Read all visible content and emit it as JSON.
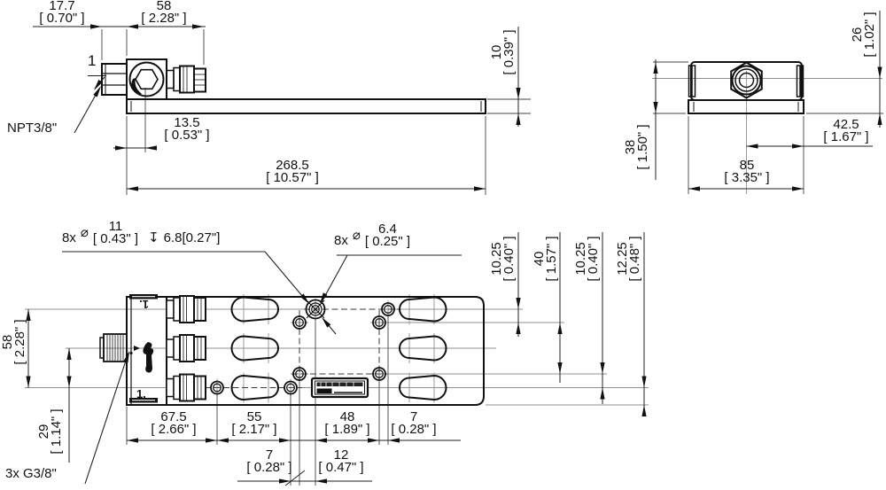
{
  "drawing": {
    "dims": {
      "d177": {
        "mm": "17.7",
        "in": "[ 0.70\" ]"
      },
      "d58": {
        "mm": "58",
        "in": "[ 2.28\" ]"
      },
      "d10": {
        "mm": "10",
        "in": "[ 0.39\" ]"
      },
      "d135": {
        "mm": "13.5",
        "in": "[ 0.53\" ]"
      },
      "d2685": {
        "mm": "268.5",
        "in": "[ 10.57\" ]"
      },
      "d26": {
        "mm": "26",
        "in": "[ 1.02\" ]"
      },
      "d38": {
        "mm": "38",
        "in": "[ 1.50\" ]"
      },
      "d425": {
        "mm": "42.5",
        "in": "[ 1.67\" ]"
      },
      "d85": {
        "mm": "85",
        "in": "[ 3.35\" ]"
      },
      "d1025": {
        "mm": "10.25",
        "in": "[ 0.40\" ]"
      },
      "d40": {
        "mm": "40",
        "in": "[ 1.57\" ]"
      },
      "d1225": {
        "mm": "12.25",
        "in": "[ 0.48\" ]"
      },
      "d675": {
        "mm": "67.5",
        "in": "[ 2.66\" ]"
      },
      "d55": {
        "mm": "55",
        "in": "[ 2.17\" ]"
      },
      "d48": {
        "mm": "48",
        "in": "[ 1.89\" ]"
      },
      "d7": {
        "mm": "7",
        "in": "[ 0.28\" ]"
      },
      "d12": {
        "mm": "12",
        "in": "[ 0.47\" ]"
      },
      "d29": {
        "mm": "29",
        "in": "[ 1.14\" ]"
      }
    },
    "callouts": {
      "cbore": {
        "qty": "8x",
        "dia_sym": "⌀",
        "mm": "11",
        "in": "[ 0.43\" ]",
        "depth_sym": "↧",
        "depth": "6.8[0.27\"]"
      },
      "thru": {
        "qty": "8x",
        "dia_sym": "⌀",
        "mm": "6.4",
        "in": "[ 0.25\" ]"
      }
    },
    "labels": {
      "npt_port": "NPT3/8\"",
      "g_ports": "3x G3/8\"",
      "port1_side": "1",
      "port1_plan_top": "1.",
      "port1_plan_bottom": "1."
    },
    "colors": {
      "line": "#111111",
      "centerline": "#909090",
      "background": "#ffffff"
    }
  }
}
